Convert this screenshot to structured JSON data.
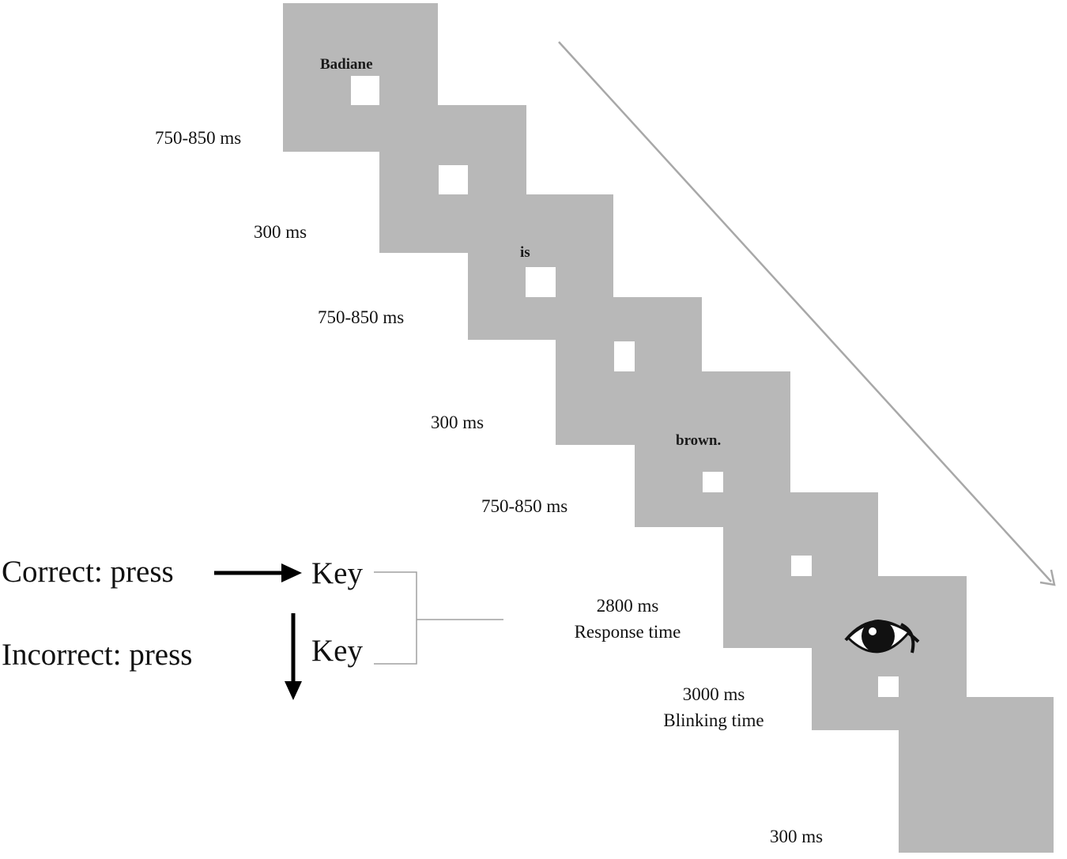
{
  "screens": [
    {
      "word": "Badiane",
      "duration": "750-850 ms"
    },
    {
      "word": "",
      "duration": "300 ms"
    },
    {
      "word": "is",
      "duration": "750-850 ms"
    },
    {
      "word": "",
      "duration": "300 ms"
    },
    {
      "word": "brown.",
      "duration": "750-850 ms"
    },
    {
      "word": "",
      "duration": "2800 ms",
      "duration_note": "Response time"
    },
    {
      "icon": "eye-icon",
      "duration": "3000 ms",
      "duration_note": "Blinking time"
    },
    {
      "word": "",
      "duration": "300 ms"
    }
  ],
  "response": {
    "correct_label": "Correct: press",
    "incorrect_label": "Incorrect: press",
    "key_label_1": "Key",
    "key_label_2": "Key"
  },
  "colors": {
    "screen_fill": "#b8b8b8",
    "timeline_arrow": "#a8a8a8",
    "response_arrow": "#000000",
    "bracket": "#a0a0a0"
  }
}
